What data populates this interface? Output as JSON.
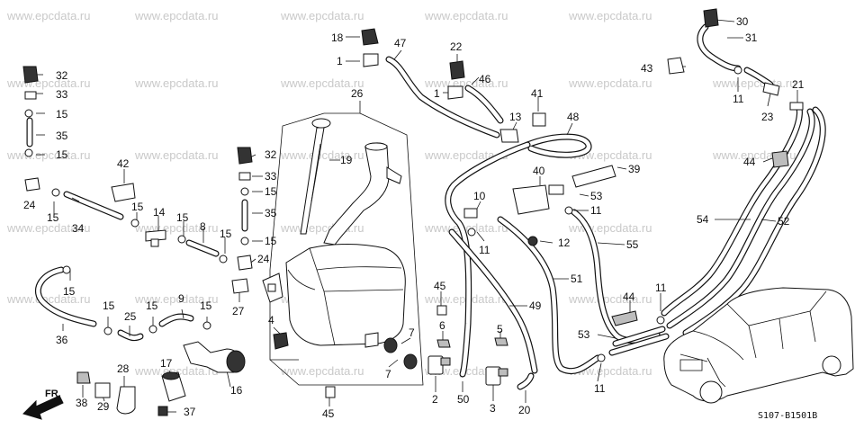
{
  "watermark": "www.epcdata.ru",
  "diagram_code": "S107-B1501B",
  "direction_marker": "FR.",
  "callouts": [
    {
      "id": "c30",
      "text": "30"
    },
    {
      "id": "c31",
      "text": "31"
    },
    {
      "id": "c43",
      "text": "43"
    },
    {
      "id": "c11a",
      "text": "11"
    },
    {
      "id": "c21",
      "text": "21"
    },
    {
      "id": "c23",
      "text": "23"
    },
    {
      "id": "c44a",
      "text": "44"
    },
    {
      "id": "c54",
      "text": "54"
    },
    {
      "id": "c52",
      "text": "52"
    },
    {
      "id": "c18",
      "text": "18"
    },
    {
      "id": "c1a",
      "text": "1"
    },
    {
      "id": "c47",
      "text": "47"
    },
    {
      "id": "c22",
      "text": "22"
    },
    {
      "id": "c46",
      "text": "46"
    },
    {
      "id": "c1b",
      "text": "1"
    },
    {
      "id": "c41",
      "text": "41"
    },
    {
      "id": "c13",
      "text": "13"
    },
    {
      "id": "c48",
      "text": "48"
    },
    {
      "id": "c26",
      "text": "26"
    },
    {
      "id": "c19",
      "text": "19"
    },
    {
      "id": "c32a",
      "text": "32"
    },
    {
      "id": "c33a",
      "text": "33"
    },
    {
      "id": "c15a",
      "text": "15"
    },
    {
      "id": "c35a",
      "text": "35"
    },
    {
      "id": "c15b",
      "text": "15"
    },
    {
      "id": "c24a",
      "text": "24"
    },
    {
      "id": "c15c",
      "text": "15"
    },
    {
      "id": "c34",
      "text": "34"
    },
    {
      "id": "c42",
      "text": "42"
    },
    {
      "id": "c15d",
      "text": "15"
    },
    {
      "id": "c14",
      "text": "14"
    },
    {
      "id": "c15e",
      "text": "15"
    },
    {
      "id": "c8",
      "text": "8"
    },
    {
      "id": "c15f",
      "text": "15"
    },
    {
      "id": "c24b",
      "text": "24"
    },
    {
      "id": "c32b",
      "text": "32"
    },
    {
      "id": "c33b",
      "text": "33"
    },
    {
      "id": "c15g",
      "text": "15"
    },
    {
      "id": "c35b",
      "text": "35"
    },
    {
      "id": "c15h",
      "text": "15"
    },
    {
      "id": "c27",
      "text": "27"
    },
    {
      "id": "c15i",
      "text": "15"
    },
    {
      "id": "c36",
      "text": "36"
    },
    {
      "id": "c15j",
      "text": "15"
    },
    {
      "id": "c25",
      "text": "25"
    },
    {
      "id": "c15k",
      "text": "15"
    },
    {
      "id": "c9",
      "text": "9"
    },
    {
      "id": "c15l",
      "text": "15"
    },
    {
      "id": "c4",
      "text": "4"
    },
    {
      "id": "c7a",
      "text": "7"
    },
    {
      "id": "c7b",
      "text": "7"
    },
    {
      "id": "c17",
      "text": "17"
    },
    {
      "id": "c28",
      "text": "28"
    },
    {
      "id": "c16",
      "text": "16"
    },
    {
      "id": "c38",
      "text": "38"
    },
    {
      "id": "c29",
      "text": "29"
    },
    {
      "id": "c37",
      "text": "37"
    },
    {
      "id": "c45a",
      "text": "45"
    },
    {
      "id": "c45b",
      "text": "45"
    },
    {
      "id": "c6",
      "text": "6"
    },
    {
      "id": "c2",
      "text": "2"
    },
    {
      "id": "c50",
      "text": "50"
    },
    {
      "id": "c5",
      "text": "5"
    },
    {
      "id": "c3",
      "text": "3"
    },
    {
      "id": "c20",
      "text": "20"
    },
    {
      "id": "c40",
      "text": "40"
    },
    {
      "id": "c39",
      "text": "39"
    },
    {
      "id": "c53a",
      "text": "53"
    },
    {
      "id": "c11b",
      "text": "11"
    },
    {
      "id": "c10",
      "text": "10"
    },
    {
      "id": "c11c",
      "text": "11"
    },
    {
      "id": "c12",
      "text": "12"
    },
    {
      "id": "c55",
      "text": "55"
    },
    {
      "id": "c51",
      "text": "51"
    },
    {
      "id": "c49",
      "text": "49"
    },
    {
      "id": "c44b",
      "text": "44"
    },
    {
      "id": "c11d",
      "text": "11"
    },
    {
      "id": "c53b",
      "text": "53"
    },
    {
      "id": "c11e",
      "text": "11"
    }
  ]
}
